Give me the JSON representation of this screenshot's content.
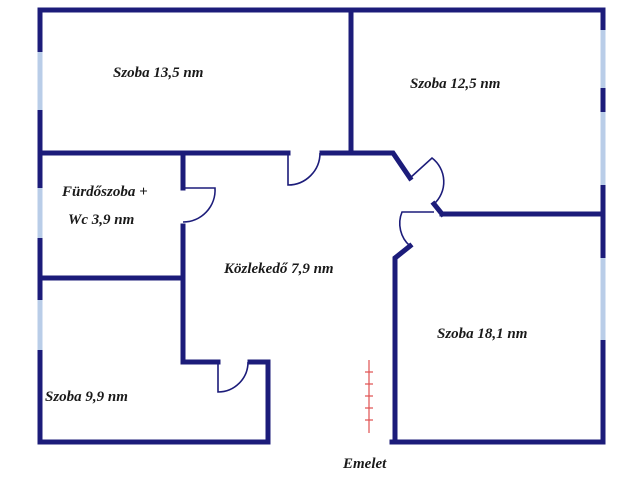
{
  "plan": {
    "caption": "Emelet",
    "rooms": {
      "top_left": "Szoba 13,5 nm",
      "top_right": "Szoba 12,5 nm",
      "bathroom_line1": "Fürdőszoba +",
      "bathroom_line2": "Wc 3,9 nm",
      "corridor": "Közlekedő 7,9 nm",
      "right": "Szoba 18,1 nm",
      "bottom_left": "Szoba 9,9 nm"
    },
    "colors": {
      "wall": "#1c1c7a",
      "window": "#b9cde8",
      "stair_marks": "#e05050"
    }
  }
}
